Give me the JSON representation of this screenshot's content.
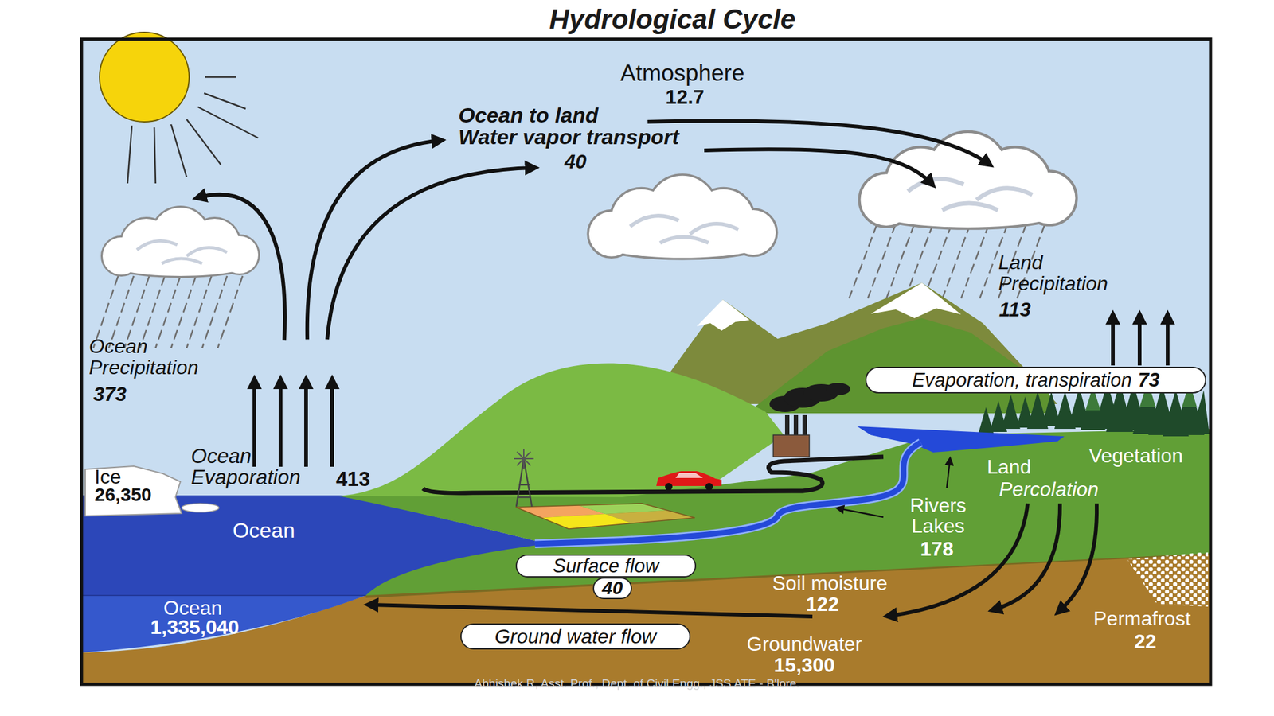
{
  "diagram": {
    "title": "Hydrological Cycle",
    "nodes": [
      {
        "text": [
          "Evaporation, transpiration",
          "73"
        ]
      },
      {
        "text": [
          "Surface flow"
        ]
      },
      {
        "text": [
          "40"
        ]
      },
      {
        "text": [
          "Ground water flow"
        ]
      }
    ],
    "labels": [
      "Atmosphere",
      "12.7",
      "Ocean to land",
      "Water vapor transport",
      "40",
      "Land Precipitation",
      "113",
      "Ocean Precipitation",
      "373",
      "Ice",
      "26,350",
      "Ocean Evaporation",
      "413",
      "Ocean",
      "Land",
      "Vegetation",
      "Percolation",
      "Rivers Lakes",
      "178",
      "Soil moisture",
      "122",
      "Ocean",
      "1,335,040",
      "Groundwater",
      "15,300",
      "Permafrost",
      "22",
      "Abhishek R, Asst. Prof., Dept. of Civil Engg., JSS ATE - B'lore."
    ]
  }
}
